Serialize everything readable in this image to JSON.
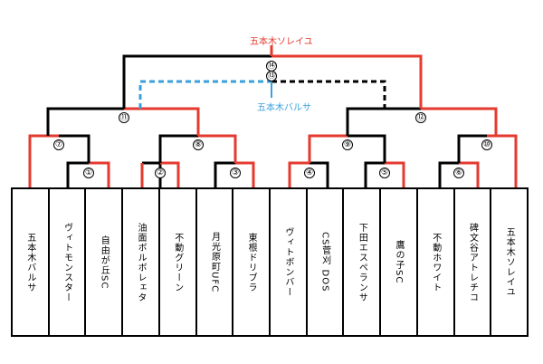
{
  "teams": [
    "五本木バルサ",
    "ヴィトモンスター",
    "自由が丘SC",
    "油面ボルボレェタ",
    "不動グリーン",
    "月光原町UFC",
    "東根ドリブラ",
    "ヴィトボンバー",
    "CS菅刈 DOS",
    "下田エスペランサ",
    "鷹の子SC",
    "不動ホワイト",
    "碑文谷アトレチコ",
    "五本木ソレイユ"
  ],
  "matches": {
    "m1": "①",
    "m2": "②",
    "m3": "③",
    "m4": "④",
    "m5": "⑤",
    "m6": "⑥",
    "m7": "⑦",
    "m8": "⑧",
    "m9": "⑨",
    "m10": "⑩",
    "m11": "⑪",
    "m12": "⑫",
    "m13": "⑬",
    "m14": "⑭"
  },
  "results": {
    "champion": "五本木ソレイユ",
    "third_place": "五本木バルサ"
  },
  "colors": {
    "winner_line": "#e53a2f",
    "loser_line": "#000000",
    "third_place_line": "#3aa0dc",
    "champion_text": "#e53a2f",
    "third_place_text": "#3aa0dc"
  }
}
